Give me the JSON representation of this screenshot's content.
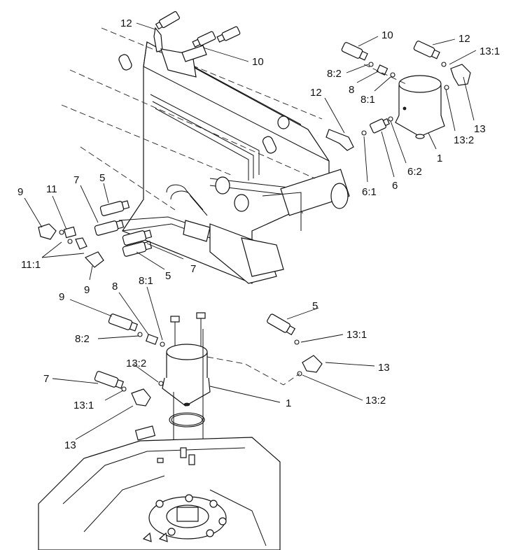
{
  "callouts": [
    {
      "id": "c-12-top",
      "text": "12"
    },
    {
      "id": "c-10-top",
      "text": "10"
    },
    {
      "id": "c-10-right",
      "text": "10"
    },
    {
      "id": "c-12-right",
      "text": "12"
    },
    {
      "id": "c-13-1-right",
      "text": "13:1"
    },
    {
      "id": "c-8-2-right",
      "text": "8:2"
    },
    {
      "id": "c-8-right",
      "text": "8"
    },
    {
      "id": "c-8-1-right",
      "text": "8:1"
    },
    {
      "id": "c-12-mid",
      "text": "12"
    },
    {
      "id": "c-13-right",
      "text": "13"
    },
    {
      "id": "c-13-2-right",
      "text": "13:2"
    },
    {
      "id": "c-1-right",
      "text": "1"
    },
    {
      "id": "c-6-2",
      "text": "6:2"
    },
    {
      "id": "c-6",
      "text": "6"
    },
    {
      "id": "c-6-1",
      "text": "6:1"
    },
    {
      "id": "c-9-left",
      "text": "9"
    },
    {
      "id": "c-11",
      "text": "11"
    },
    {
      "id": "c-7-left",
      "text": "7"
    },
    {
      "id": "c-5-left",
      "text": "5"
    },
    {
      "id": "c-11-1",
      "text": "11:1"
    },
    {
      "id": "c-9-lower",
      "text": "9"
    },
    {
      "id": "c-5-mid",
      "text": "5"
    },
    {
      "id": "c-7-mid",
      "text": "7"
    },
    {
      "id": "c-9-bottom",
      "text": "9"
    },
    {
      "id": "c-8-bottom",
      "text": "8"
    },
    {
      "id": "c-8-1-bottom",
      "text": "8:1"
    },
    {
      "id": "c-8-2-bottom",
      "text": "8:2"
    },
    {
      "id": "c-5-bottom",
      "text": "5"
    },
    {
      "id": "c-13-1-bottom-right",
      "text": "13:1"
    },
    {
      "id": "c-13-2-bottom",
      "text": "13:2"
    },
    {
      "id": "c-7-bottom",
      "text": "7"
    },
    {
      "id": "c-13-bottom-right",
      "text": "13"
    },
    {
      "id": "c-1-bottom",
      "text": "1"
    },
    {
      "id": "c-13-1-bottom",
      "text": "13:1"
    },
    {
      "id": "c-13-2-bottom-right",
      "text": "13:2"
    },
    {
      "id": "c-13-bottom",
      "text": "13"
    }
  ]
}
